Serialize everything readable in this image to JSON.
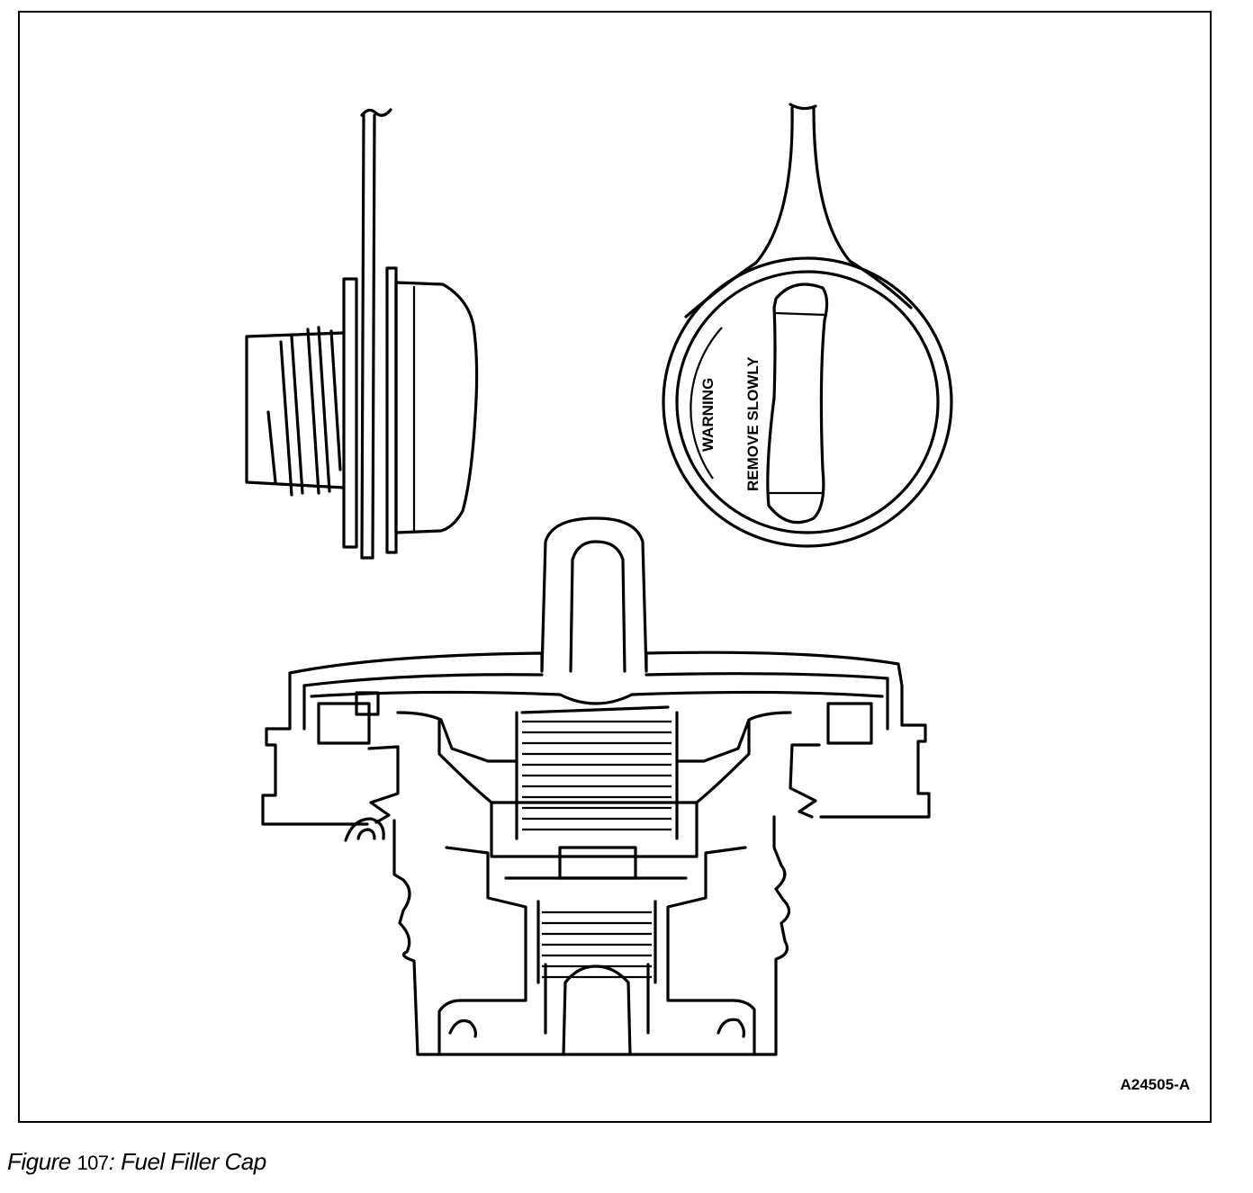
{
  "figure": {
    "id_code": "A24505-A",
    "caption_prefix": "Figure",
    "caption_number": "107",
    "caption_sep": ":",
    "caption_title": "Fuel Filler Cap"
  },
  "cap_face": {
    "text_outer": "WARNING",
    "text_inner": "REMOVE SLOWLY"
  }
}
